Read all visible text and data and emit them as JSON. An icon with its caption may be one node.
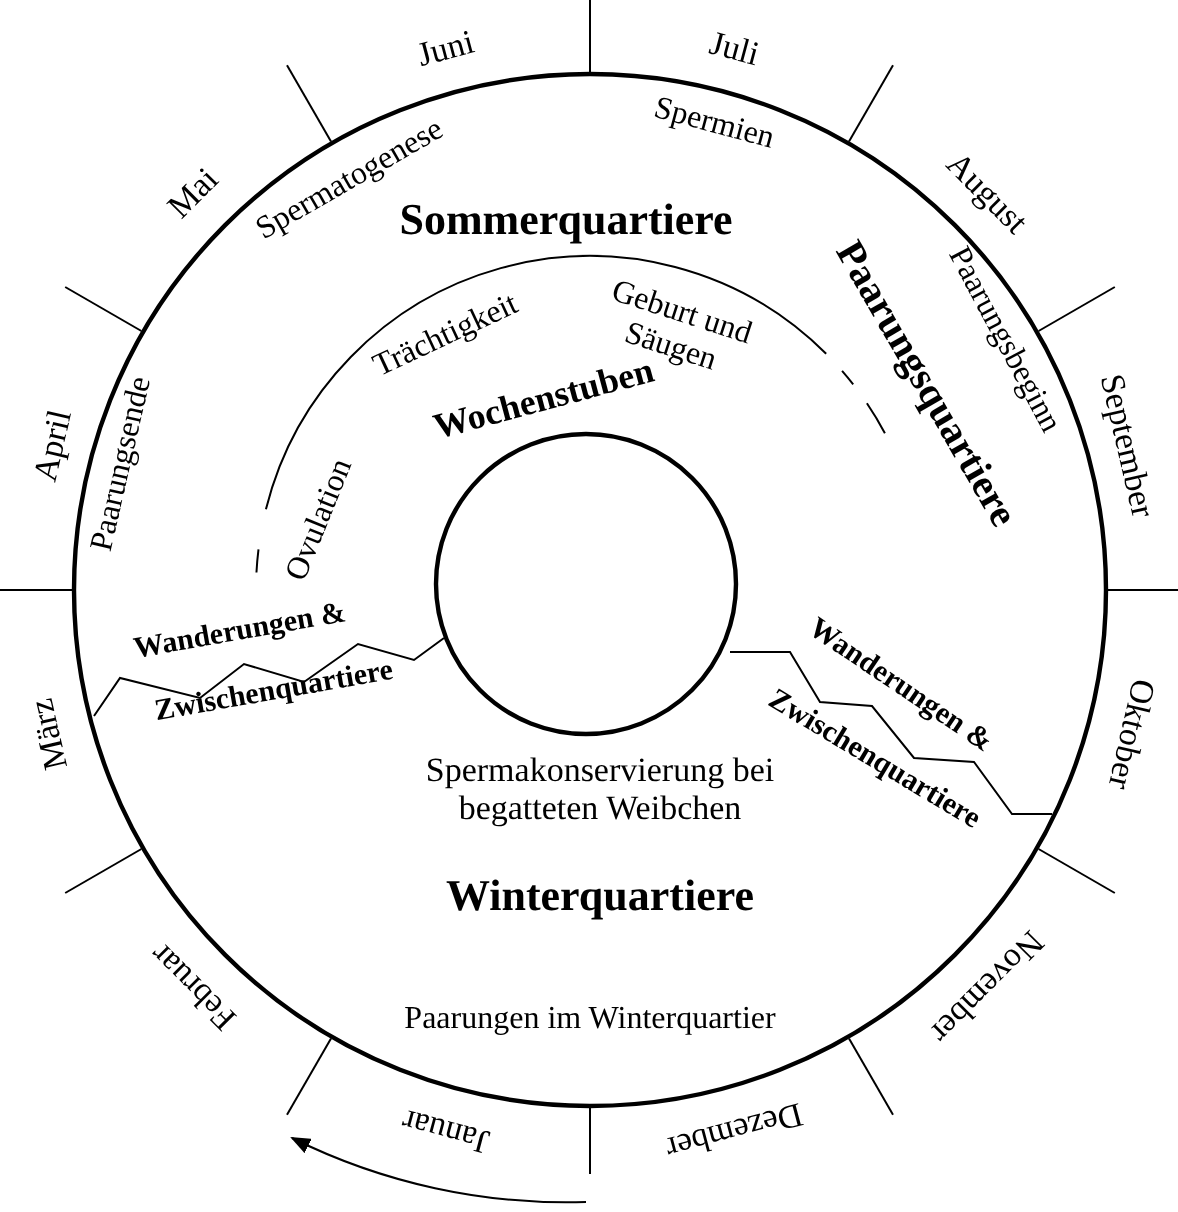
{
  "diagram": {
    "nodes": [
      {
        "text": [],
        "shape": "circle"
      }
    ],
    "labels": [
      "Juni",
      "Juli",
      "Mai",
      "Spermatogenese",
      "Spermien",
      "August",
      "Sommerquartiere",
      "Paarungsquartiere",
      "Paarungsbeginn",
      "Geburt und Säugen",
      "Trächtigkeit",
      "September",
      "April",
      "Paarungsende",
      "Wochenstuben",
      "Ovulation",
      "Wanderungen &",
      "Zwischenquartiere",
      "Wanderungen &",
      "Oktober",
      "März",
      "Zwischenquartiere",
      "Spermakonservierung bei begatteten Weibchen",
      "Winterquartiere",
      "November",
      "Februar",
      "Paarungen im Winterquartier",
      "Dezember",
      "Januar"
    ]
  }
}
